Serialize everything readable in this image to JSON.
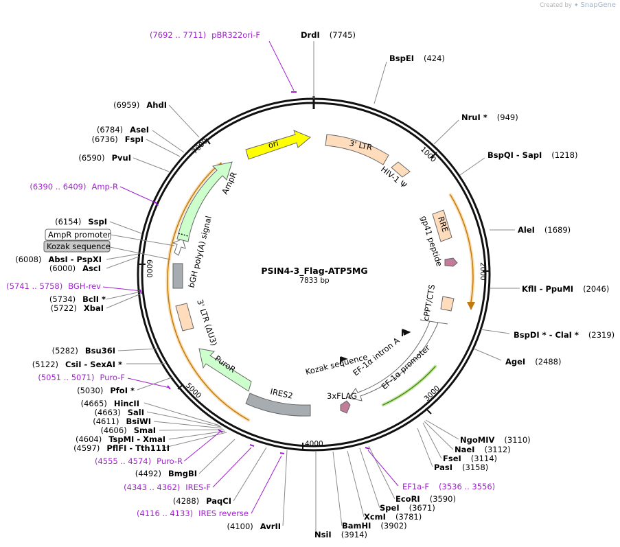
{
  "credit": {
    "prefix": "Created by",
    "brand": "SnapGene"
  },
  "plasmid": {
    "name": "PSIN4-3_Flag-ATP5MG",
    "length_label": "7833 bp"
  },
  "colors": {
    "primer": "#a020d0",
    "ori": "#ffff00",
    "ampR": "#ccffcc",
    "ltr": "#ffdcbc",
    "promoter_arrow": "#ffffff",
    "iresGray": "#a6acb0",
    "flag": "#c07c98",
    "orangeBand": "#f0a020",
    "greenBand": "#5aa010"
  },
  "map": {
    "ticks": [
      {
        "label": "1000"
      },
      {
        "label": "2000"
      },
      {
        "label": "3000"
      },
      {
        "label": "4000"
      },
      {
        "label": "5000"
      },
      {
        "label": "6000"
      },
      {
        "label": "7000"
      }
    ],
    "enzymes_right": [
      {
        "name": "BspEI",
        "pos": "(424)"
      },
      {
        "name": "NruI *",
        "pos": "(949)"
      },
      {
        "name": "BspQI - SapI",
        "pos": "(1218)"
      },
      {
        "name": "AleI",
        "pos": "(1689)"
      },
      {
        "name": "KflI - PpuMI",
        "pos": "(2046)"
      },
      {
        "name": "BspDI * - ClaI *",
        "pos": "(2319)"
      },
      {
        "name": "AgeI",
        "pos": "(2488)"
      },
      {
        "name": "NgoMIV",
        "pos": "(3110)"
      },
      {
        "name": "NaeI",
        "pos": "(3112)"
      },
      {
        "name": "FseI",
        "pos": "(3114)"
      },
      {
        "name": "PasI",
        "pos": "(3158)"
      },
      {
        "name": "EcoRI",
        "pos": "(3590)"
      },
      {
        "name": "SpeI",
        "pos": "(3671)"
      },
      {
        "name": "XcmI",
        "pos": "(3781)"
      },
      {
        "name": "BamHI",
        "pos": "(3902)"
      },
      {
        "name": "NsiI",
        "pos": "(3914)"
      }
    ],
    "enzymes_left": [
      {
        "name": "DrdI",
        "pos": "(7745)"
      },
      {
        "name": "AhdI",
        "pos": "(6959)"
      },
      {
        "name": "AseI",
        "pos": "(6784)"
      },
      {
        "name": "FspI",
        "pos": "(6736)"
      },
      {
        "name": "PvuI",
        "pos": "(6590)"
      },
      {
        "name": "SspI",
        "pos": "(6154)"
      },
      {
        "name": "AbsI - PspXI",
        "pos": "(6008)"
      },
      {
        "name": "AscI",
        "pos": "(6000)"
      },
      {
        "name": "BclI *",
        "pos": "(5734)"
      },
      {
        "name": "XbaI",
        "pos": "(5722)"
      },
      {
        "name": "Bsu36I",
        "pos": "(5282)"
      },
      {
        "name": "CsiI - SexAI *",
        "pos": "(5122)"
      },
      {
        "name": "PfoI *",
        "pos": "(5030)"
      },
      {
        "name": "HincII",
        "pos": "(4665)"
      },
      {
        "name": "SalI",
        "pos": "(4663)"
      },
      {
        "name": "BsiWI",
        "pos": "(4611)"
      },
      {
        "name": "SmaI",
        "pos": "(4606)"
      },
      {
        "name": "TspMI - XmaI",
        "pos": "(4604)"
      },
      {
        "name": "PflFI - Tth111I",
        "pos": "(4597)"
      },
      {
        "name": "BmgBI",
        "pos": "(4492)"
      },
      {
        "name": "PaqCI",
        "pos": "(4288)"
      },
      {
        "name": "AvrII",
        "pos": "(4100)"
      }
    ],
    "primers": [
      {
        "range": "(7692 .. 7711)",
        "name": "pBR322ori-F"
      },
      {
        "range": "(6390 .. 6409)",
        "name": "Amp-R"
      },
      {
        "range": "(5741 .. 5758)",
        "name": "BGH-rev"
      },
      {
        "range": "(5051 .. 5071)",
        "name": "Puro-F"
      },
      {
        "range": "(4555 .. 4574)",
        "name": "Puro-R"
      },
      {
        "range": "(4343 .. 4362)",
        "name": "IRES-F"
      },
      {
        "range": "(4116 .. 4133)",
        "name": "IRES reverse"
      },
      {
        "range": "(3536 .. 3556)",
        "name": "EF1a-F"
      }
    ],
    "boxed_features": [
      {
        "label": "AmpR promoter"
      },
      {
        "label": "Kozak sequence"
      }
    ],
    "features": [
      {
        "label": "ori"
      },
      {
        "label": "3' LTR"
      },
      {
        "label": "HIV-1 Ψ"
      },
      {
        "label": "RRE"
      },
      {
        "label": "gp41 peptide"
      },
      {
        "label": "cPPT/CTS"
      },
      {
        "label": "EF-1α intron A"
      },
      {
        "label": "Kozak sequence"
      },
      {
        "label": "EF-1α promoter"
      },
      {
        "label": "3xFLAG"
      },
      {
        "label": "IRES2"
      },
      {
        "label": "PuroR"
      },
      {
        "label": "3' LTR (ΔU3)"
      },
      {
        "label": "bGH poly(A) signal"
      },
      {
        "label": "AmpR"
      }
    ]
  }
}
